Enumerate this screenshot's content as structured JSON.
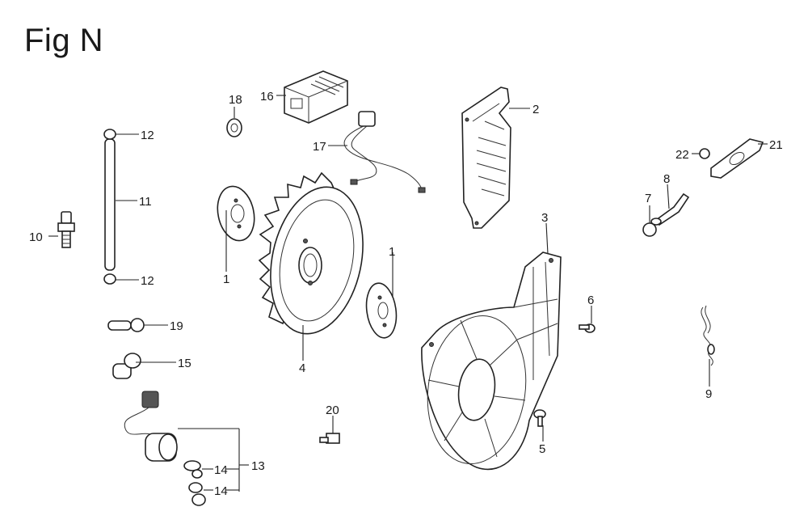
{
  "figure": {
    "title": "Fig N"
  },
  "callouts": [
    "1",
    "1",
    "2",
    "3",
    "4",
    "5",
    "6",
    "7",
    "8",
    "9",
    "10",
    "11",
    "12",
    "12",
    "13",
    "14",
    "14",
    "15",
    "16",
    "17",
    "18",
    "19",
    "20",
    "21",
    "22"
  ]
}
